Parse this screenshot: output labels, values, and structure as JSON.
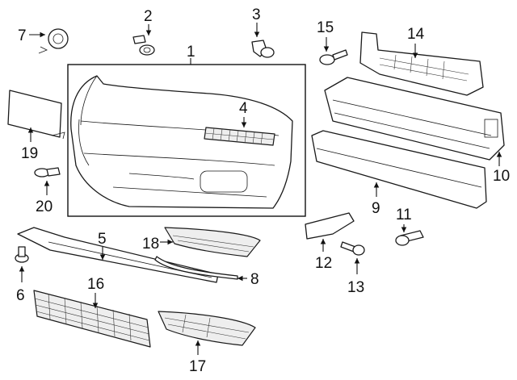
{
  "callouts": {
    "c1": "1",
    "c2": "2",
    "c3": "3",
    "c4": "4",
    "c5": "5",
    "c6": "6",
    "c7": "7",
    "c8": "8",
    "c9": "9",
    "c10": "10",
    "c11": "11",
    "c12": "12",
    "c13": "13",
    "c14": "14",
    "c15": "15",
    "c16": "16",
    "c17": "17",
    "c18": "18",
    "c19": "19",
    "c20": "20"
  },
  "colors": {
    "line": "#1a1a1a",
    "fill": "#ffffff",
    "frame": "#111111"
  }
}
